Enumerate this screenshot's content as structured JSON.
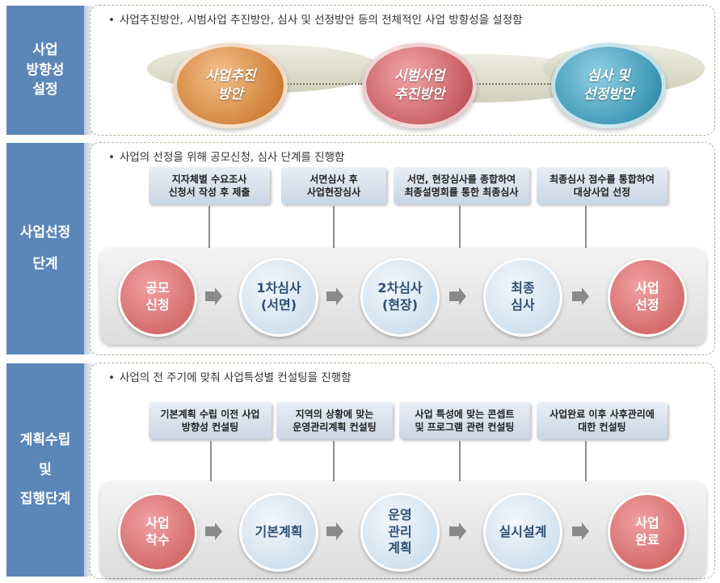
{
  "labels": {
    "s1": [
      "사업",
      "방향성",
      "설정"
    ],
    "s2": [
      "사업선정",
      "단계"
    ],
    "s3": [
      "계획수립",
      "및",
      "집행단계"
    ]
  },
  "section1": {
    "bullet": "사업추진방안, 시범사업 추진방안, 심사 및 선정방안 등의 전체적인 사업 방향성을 설정함",
    "ovals": [
      [
        "사업추진",
        "방안"
      ],
      [
        "시범사업",
        "추진방안"
      ],
      [
        "심사 및",
        "선정방안"
      ]
    ]
  },
  "section2": {
    "bullet": "사업의 선정을 위해 공모신청, 심사 단계를 진행함",
    "callouts": [
      [
        "지자체별 수요조사",
        "신청서 작성 후 제출"
      ],
      [
        "서면심사 후",
        "사업현장심사"
      ],
      [
        "서면, 현장심사를 종합하여",
        "최종설명회를 통한 최종심사"
      ],
      [
        "최종심사 점수를 통합하여",
        "대상사업 선정"
      ]
    ],
    "steps": [
      [
        "공모",
        "신청"
      ],
      [
        "1차심사",
        "(서면)"
      ],
      [
        "2차심사",
        "(현장)"
      ],
      [
        "최종",
        "심사"
      ],
      [
        "사업",
        "선정"
      ]
    ]
  },
  "section3": {
    "bullet": "사업의 전 주기에 맞춰 사업특성별 컨설팅을 진행함",
    "callouts": [
      [
        "기본계획 수립 이전 사업",
        "방향성 컨설팅"
      ],
      [
        "지역의 상황에 맞는",
        "운영관리계획 컨설팅"
      ],
      [
        "사업 특성에 맞는 콘셉트",
        "및 프로그램 관련 컨설팅"
      ],
      [
        "사업완료 이후 사후관리에",
        "대한 컨설팅"
      ]
    ],
    "steps": [
      [
        "사업",
        "착수"
      ],
      [
        "기본계획"
      ],
      [
        "운영",
        "관리",
        "계획"
      ],
      [
        "실시설계"
      ],
      [
        "사업",
        "완료"
      ]
    ]
  }
}
